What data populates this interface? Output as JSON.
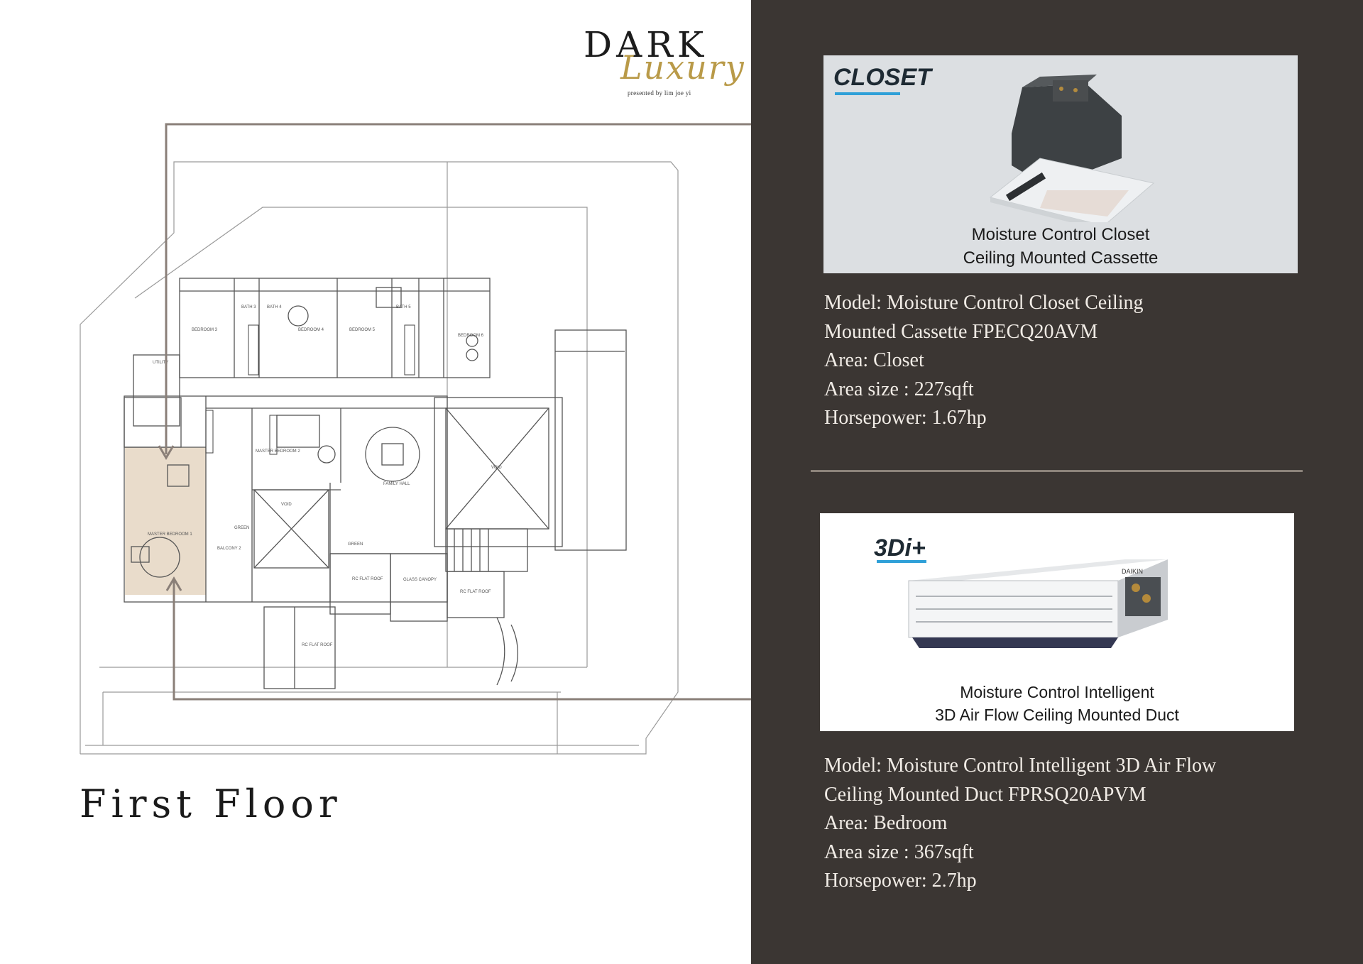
{
  "logo": {
    "word1": "DARK",
    "word2": "Luxury",
    "tagline": "presented by lim joe yi"
  },
  "floor_title": "First Floor",
  "floor_plan": {
    "room_labels": [
      "BEDROOM 3",
      "BATH 3",
      "BATH 4",
      "BEDROOM 4",
      "BEDROOM 5",
      "BATH 5",
      "BEDROOM 6",
      "UTILITY",
      "MASTER BEDROOM 2",
      "MASTER BEDROOM 1",
      "FAMILY HALL",
      "VOID",
      "BALCONY 2",
      "GREEN",
      "RC FLAT ROOF",
      "GLASS CANOPY"
    ]
  },
  "colors": {
    "right_panel": "#3b3633",
    "accent_gold": "#b99a48",
    "highlight_room": "#e9dccb",
    "connector": "#8a7f78"
  },
  "product1": {
    "brand": "CLOSET",
    "caption_line1": "Moisture Control Closet",
    "caption_line2": "Ceiling Mounted Cassette",
    "spec_lines": [
      "Model: Moisture Control Closet Ceiling",
      "Mounted Cassette FPECQ20AVM",
      "Area: Closet",
      "Area size : 227sqft",
      "Horsepower: 1.67hp"
    ]
  },
  "product2": {
    "brand": "3Di+",
    "unit_brand": "DAIKIN",
    "caption_line1": "Moisture Control Intelligent",
    "caption_line2": "3D Air Flow Ceiling Mounted Duct",
    "spec_lines": [
      "Model: Moisture Control Intelligent 3D Air Flow",
      "Ceiling Mounted Duct FPRSQ20APVM",
      "Area: Bedroom",
      "Area size : 367sqft",
      "Horsepower: 2.7hp"
    ]
  }
}
